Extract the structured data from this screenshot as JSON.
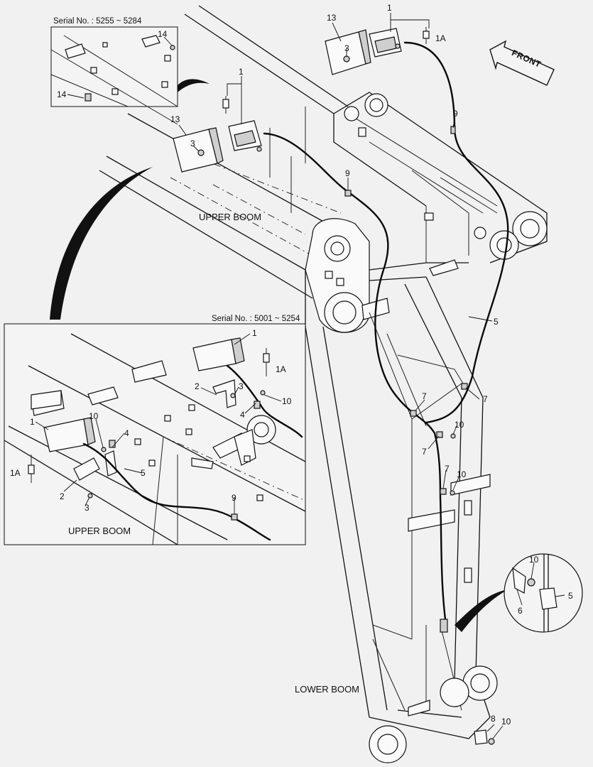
{
  "insets": {
    "top": {
      "serial": "Serial No. : 5255 ~ 5284"
    },
    "middle": {
      "serial": "Serial No. : 5001 ~ 5254",
      "caption": "UPPER BOOM"
    },
    "detail": {}
  },
  "main": {
    "upper_boom_label": "UPPER BOOM",
    "lower_boom_label": "LOWER BOOM",
    "front_label": "FRONT"
  },
  "callouts": {
    "c1": "1",
    "c1a": "1A",
    "c13": "13",
    "c3": "3",
    "c9": "9",
    "c14": "14",
    "c2": "2",
    "c4": "4",
    "c5": "5",
    "c6": "6",
    "c7": "7",
    "c8": "8",
    "c10": "10"
  }
}
